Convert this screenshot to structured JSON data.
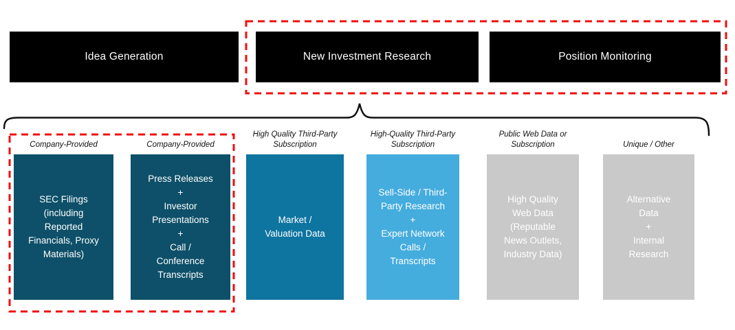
{
  "diagram": {
    "stages": [
      {
        "label": "Idea Generation"
      },
      {
        "label": "New Investment Research"
      },
      {
        "label": "Position Monitoring"
      }
    ],
    "columns": [
      {
        "header": "Company-Provided",
        "body": "SEC Filings\n(including\nReported\nFinancials, Proxy\nMaterials)",
        "bg": "#0e5069"
      },
      {
        "header": "Company-Provided",
        "body": "Press Releases\n+\nInvestor\nPresentations\n+\nCall /\nConference\nTranscripts",
        "bg": "#0e5069"
      },
      {
        "header": "High Quality Third-Party\nSubscription",
        "body": "Market /\nValuation Data",
        "bg": "#0e74a0"
      },
      {
        "header": "High-Quality Third-Party\nSubscription",
        "body": "Sell-Side / Third-\nParty Research\n+\nExpert Network\nCalls /\nTranscripts",
        "bg": "#45acde"
      },
      {
        "header": "Public Web Data or\nSubscription",
        "body": "High Quality\nWeb Data\n(Reputable\nNews Outlets,\nIndustry Data)",
        "bg": "#c9c9c9"
      },
      {
        "header": "Unique / Other",
        "body": "Alternative\nData\n+\nInternal\nResearch",
        "bg": "#c9c9c9"
      }
    ],
    "colors": {
      "stage_bg": "#000000",
      "stage_text": "#ffffff",
      "box_text": "#ffffff",
      "header_text": "#111111",
      "dashed_red": "#f20d0d",
      "brace": "#111111",
      "background": "#ffffff"
    }
  }
}
